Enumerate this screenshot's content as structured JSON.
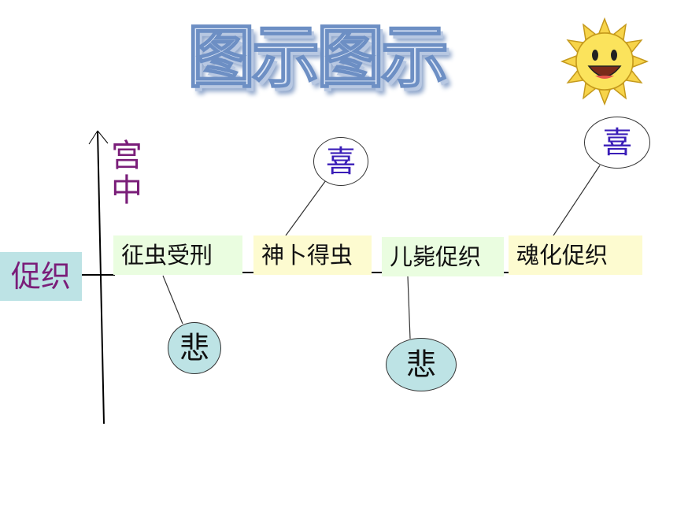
{
  "title": "图示图示",
  "axis_label": "宫中",
  "main_label": "促织",
  "events": [
    "征虫受刑",
    "神卜得虫",
    "儿毙促织",
    "魂化促织"
  ],
  "emotions": {
    "joy": "喜",
    "sorrow": "悲"
  },
  "colors": {
    "title": "#6d8fc4",
    "purple": "#7a1d79",
    "blue": "#3a1db8",
    "teal": "#bde3e5",
    "green": "#eafde0",
    "yellow": "#fdfbd0"
  },
  "icons": [
    "sun-icon"
  ]
}
